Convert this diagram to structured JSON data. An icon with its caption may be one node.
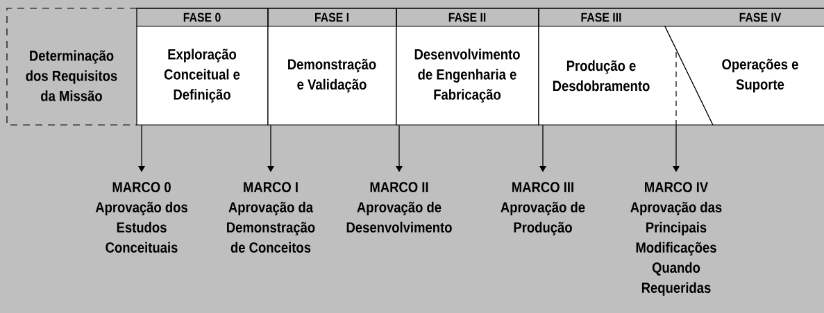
{
  "diagram": {
    "nodes": [
      {
        "text": [
          "Determinação dos Requisitos da Missão"
        ]
      },
      {
        "text": [
          "FASE 0",
          "Exploração Conceitual e Definição"
        ]
      },
      {
        "text": [
          "FASE I",
          "Demonstração e Validação"
        ]
      },
      {
        "text": [
          "FASE II",
          "Desenvolvimento de Engenharia e Fabricação"
        ]
      },
      {
        "text": [
          "FASE III",
          "Produção e Desdobramento"
        ]
      },
      {
        "text": [
          "FASE IV",
          "Operações e Suporte"
        ]
      },
      {
        "text": [
          "MARCO 0",
          "Aprovação dos Estudos Conceituais"
        ]
      },
      {
        "text": [
          "MARCO I",
          "Aprovação da Demonstração de Conceitos"
        ]
      },
      {
        "text": [
          "MARCO II",
          "Aprovação de Desenvolvimento"
        ]
      },
      {
        "text": [
          "MARCO III",
          "Aprovação de Produção"
        ]
      },
      {
        "text": [
          "MARCO IV",
          "Aprovação das Principais Modificações Quando Requeridas"
        ]
      }
    ],
    "edges": [
      {
        "from": 1,
        "to": 6,
        "arrow": "to"
      },
      {
        "from": 2,
        "to": 7,
        "arrow": "to"
      },
      {
        "from": 3,
        "to": 8,
        "arrow": "to"
      },
      {
        "from": 4,
        "to": 9,
        "arrow": "to"
      },
      {
        "from": 4,
        "to": 10,
        "arrow": "to"
      }
    ]
  }
}
